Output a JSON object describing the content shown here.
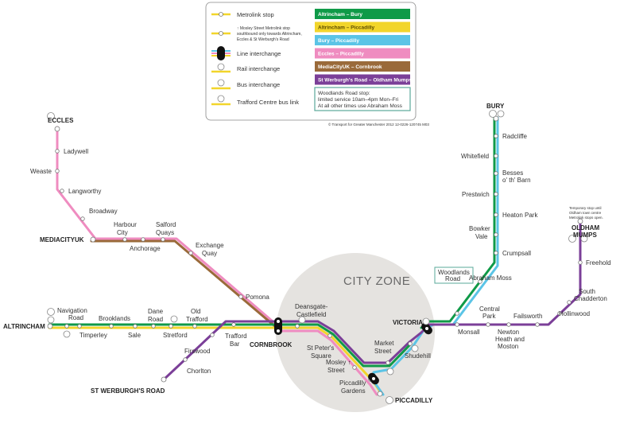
{
  "colors": {
    "altrincham_bury": "#0f9a48",
    "altrincham_piccadilly": "#f2d52b",
    "bury_piccadilly": "#5bc4e6",
    "eccles_piccadilly": "#ef8cc0",
    "mediacity_cornbrook": "#9a6a3a",
    "stwerburgh_oldham": "#7b3f98",
    "city_zone": "#e5e3e0",
    "interchange": "#111111"
  },
  "legend": {
    "stop": "Metrolink stop",
    "mosley_line1": "↑ Mosley Street Metrolink stop",
    "mosley_line2": "southbound only towards Altrincham,",
    "mosley_line3": "Eccles & St Werburgh's Road",
    "line_interchange": "Line interchange",
    "rail_interchange": "Rail interchange",
    "bus_interchange": "Bus interchange",
    "trafford_bus": "Trafford Centre bus link",
    "routes": [
      {
        "label": "Altrincham – Bury",
        "color": "#0f9a48",
        "text": "#ffffff"
      },
      {
        "label": "Altrincham – Piccadilly",
        "color": "#f2d52b",
        "text": "#5a4a00"
      },
      {
        "label": "Bury – Piccadilly",
        "color": "#5bc4e6",
        "text": "#ffffff"
      },
      {
        "label": "Eccles – Piccadilly",
        "color": "#ef8cc0",
        "text": "#ffffff"
      },
      {
        "label": "MediaCityUK – Cornbrook",
        "color": "#9a6a3a",
        "text": "#ffffff"
      },
      {
        "label": "St Werburgh's Road – Oldham Mumps",
        "color": "#7b3f98",
        "text": "#ffffff"
      }
    ],
    "woodlands_note1": "Woodlands Road stop:",
    "woodlands_note2": "limited service 10am–4pm Mon–Fri",
    "woodlands_note3": "At all other times use Abraham Moss",
    "copyright": "© Transport for Greater Manchester 2012 12-0226-120745 M03"
  },
  "city_zone_label": "CITY ZONE",
  "oldham_note1": "Temporary stop until",
  "oldham_note2": "Oldham town centre",
  "oldham_note3": "Metrolink stops open.",
  "stations": {
    "eccles": "ECCLES",
    "ladywell": "Ladywell",
    "weaste": "Weaste",
    "langworthy": "Langworthy",
    "broadway": "Broadway",
    "mediacityuk": "MEDIACITYUK",
    "harbour_city_1": "Harbour",
    "harbour_city_2": "City",
    "anchorage": "Anchorage",
    "salford_quays_1": "Salford",
    "salford_quays_2": "Quays",
    "exchange_quay_1": "Exchange",
    "exchange_quay_2": "Quay",
    "pomona": "Pomona",
    "cornbrook": "CORNBROOK",
    "altrincham": "ALTRINCHAM",
    "navigation_road_1": "Navigation",
    "navigation_road_2": "Road",
    "timperley": "Timperley",
    "brooklands": "Brooklands",
    "sale": "Sale",
    "dane_road_1": "Dane",
    "dane_road_2": "Road",
    "stretford": "Stretford",
    "old_trafford_1": "Old",
    "old_trafford_2": "Trafford",
    "trafford_bar_1": "Trafford",
    "trafford_bar_2": "Bar",
    "firswood": "Firswood",
    "chorlton": "Chorlton",
    "st_werburghs": "ST WERBURGH'S ROAD",
    "deansgate_1": "Deansgate-",
    "deansgate_2": "Castlefield",
    "st_peters_1": "St Peter's",
    "st_peters_2": "Square",
    "mosley_1": "Mosley ↑",
    "mosley_2": "Street",
    "market_street_1": "Market",
    "market_street_2": "Street",
    "piccadilly_gardens_1": "Piccadilly",
    "piccadilly_gardens_2": "Gardens",
    "piccadilly": "PICCADILLY",
    "shudehill": "Shudehill",
    "victoria": "VICTORIA",
    "woodlands_1": "Woodlands",
    "woodlands_2": "Road",
    "abraham_moss": "Abraham Moss",
    "crumpsall": "Crumpsall",
    "bowker_vale_1": "Bowker",
    "bowker_vale_2": "Vale",
    "heaton_park": "Heaton Park",
    "prestwich": "Prestwich",
    "besses_1": "Besses",
    "besses_2": "o' th' Barn",
    "whitefield": "Whitefield",
    "radcliffe": "Radcliffe",
    "bury": "BURY",
    "monsall": "Monsall",
    "central_park_1": "Central",
    "central_park_2": "Park",
    "newton_heath_1": "Newton",
    "newton_heath_2": "Heath and",
    "newton_heath_3": "Moston",
    "failsworth": "Failsworth",
    "hollinwood": "Hollinwood",
    "south_chadderton_1": "South",
    "south_chadderton_2": "Chadderton",
    "freehold": "Freehold",
    "oldham_mumps_1": "OLDHAM",
    "oldham_mumps_2": "MUMPS"
  }
}
